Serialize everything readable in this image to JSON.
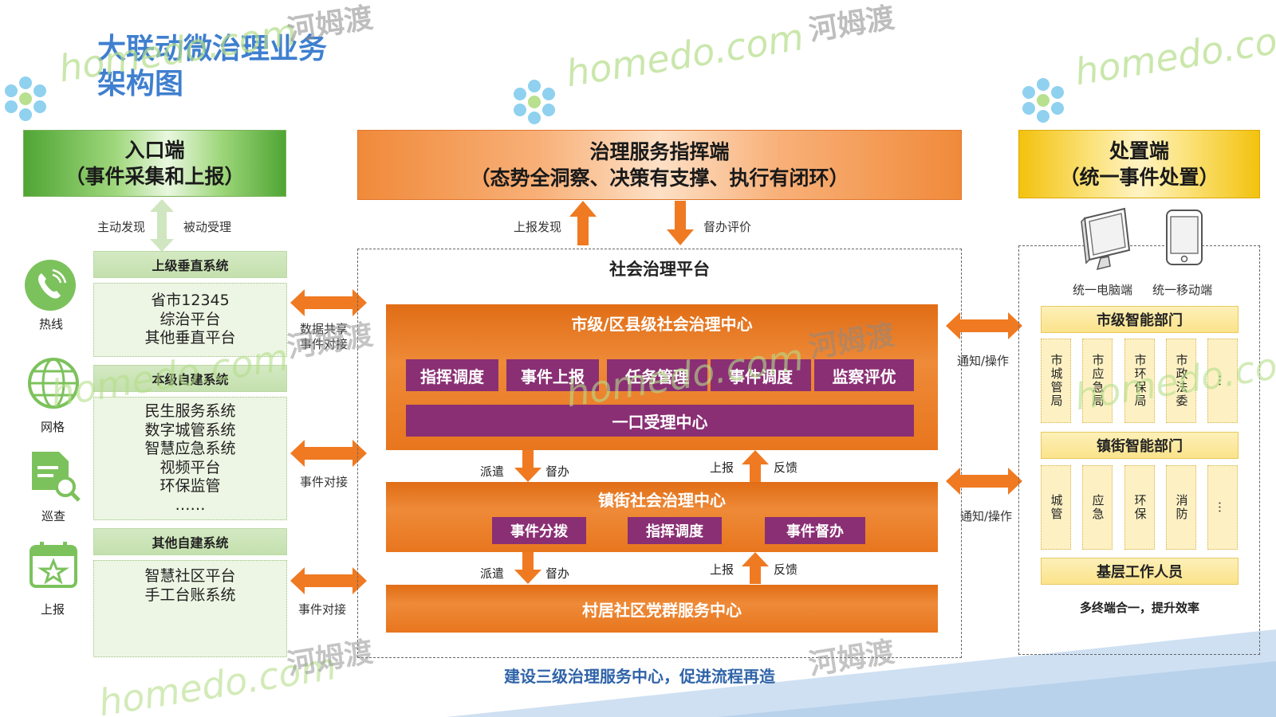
{
  "title": "大联动微治理业务架构图",
  "colors": {
    "green": "#4fa534",
    "orange": "#e8761e",
    "yellow": "#f3c20e",
    "purple": "#8a2f74",
    "title_blue": "#3f7fcf"
  },
  "entry": {
    "header_line1": "入口端",
    "header_line2": "（事件采集和上报）",
    "active_label": "主动发现",
    "passive_label": "被动受理",
    "channels": [
      {
        "icon": "phone-icon",
        "label": "热线"
      },
      {
        "icon": "globe-icon",
        "label": "网格"
      },
      {
        "icon": "document-search-icon",
        "label": "巡查"
      },
      {
        "icon": "calendar-star-icon",
        "label": "上报"
      }
    ],
    "systems": [
      {
        "title": "上级垂直系统",
        "items": [
          "省市12345",
          "综治平台",
          "其他垂直平台"
        ]
      },
      {
        "title": "本级自建系统",
        "items": [
          "民生服务系统",
          "数字城管系统",
          "智慧应急系统",
          "视频平台",
          "环保监管",
          "……"
        ]
      },
      {
        "title": "其他自建系统",
        "items": [
          "智慧社区平台",
          "手工台账系统"
        ]
      }
    ],
    "links": [
      "数据共享\n事件对接",
      "事件对接",
      "事件对接"
    ]
  },
  "command": {
    "header_line1": "治理服务指挥端",
    "header_line2": "（态势全洞察、决策有支撑、执行有闭环）",
    "up_label": "上报发现",
    "down_label": "督办评价",
    "platform_title": "社会治理平台",
    "city_center": {
      "title": "市级/区县级社会治理中心",
      "modules": [
        "指挥调度",
        "事件上报",
        "任务管理",
        "事件调度",
        "监察评优"
      ],
      "acceptance": "一口受理中心"
    },
    "flow1": {
      "dispatch": "派遣",
      "supervise": "督办",
      "report": "上报",
      "feedback": "反馈"
    },
    "town_center": {
      "title": "镇街社会治理中心",
      "modules": [
        "事件分拨",
        "指挥调度",
        "事件督办"
      ]
    },
    "flow2": {
      "dispatch": "派遣",
      "supervise": "督办",
      "report": "上报",
      "feedback": "反馈"
    },
    "village_center": "村居社区党群服务中心",
    "slogan": "建设三级治理服务中心，促进流程再造"
  },
  "disposal": {
    "header_line1": "处置端",
    "header_line2": "（统一事件处置）",
    "notify_label": "通知/操作",
    "pc_label": "统一电脑端",
    "mobile_label": "统一移动端",
    "city_depts_title": "市级智能部门",
    "city_depts": [
      "市城管局",
      "市应急局",
      "市环保局",
      "市政法委",
      "…"
    ],
    "town_depts_title": "镇街智能部门",
    "town_depts": [
      "城管",
      "应急",
      "环保",
      "消防",
      "…"
    ],
    "grassroots": "基层工作人员",
    "summary": "多终端合一，提升效率"
  },
  "watermark": {
    "site": "homedo.com",
    "cn": "河姆渡"
  }
}
